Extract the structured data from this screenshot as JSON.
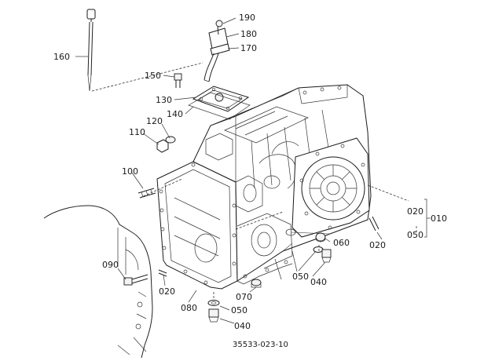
{
  "figure_code": "35533-023-10",
  "callouts": {
    "c190": "190",
    "c180": "180",
    "c170": "170",
    "c160": "160",
    "c150": "150",
    "c130": "130",
    "c140": "140",
    "c120": "120",
    "c110": "110",
    "c100": "100",
    "c020_right": "020",
    "c010": "010",
    "c050_right": "050",
    "c060": "060",
    "c020_mid": "020",
    "c050_mid": "050",
    "c040_mid": "040",
    "c090": "090",
    "c020_left": "020",
    "c080": "080",
    "c070": "070",
    "c050_bottom": "050",
    "c040_bottom": "040"
  }
}
